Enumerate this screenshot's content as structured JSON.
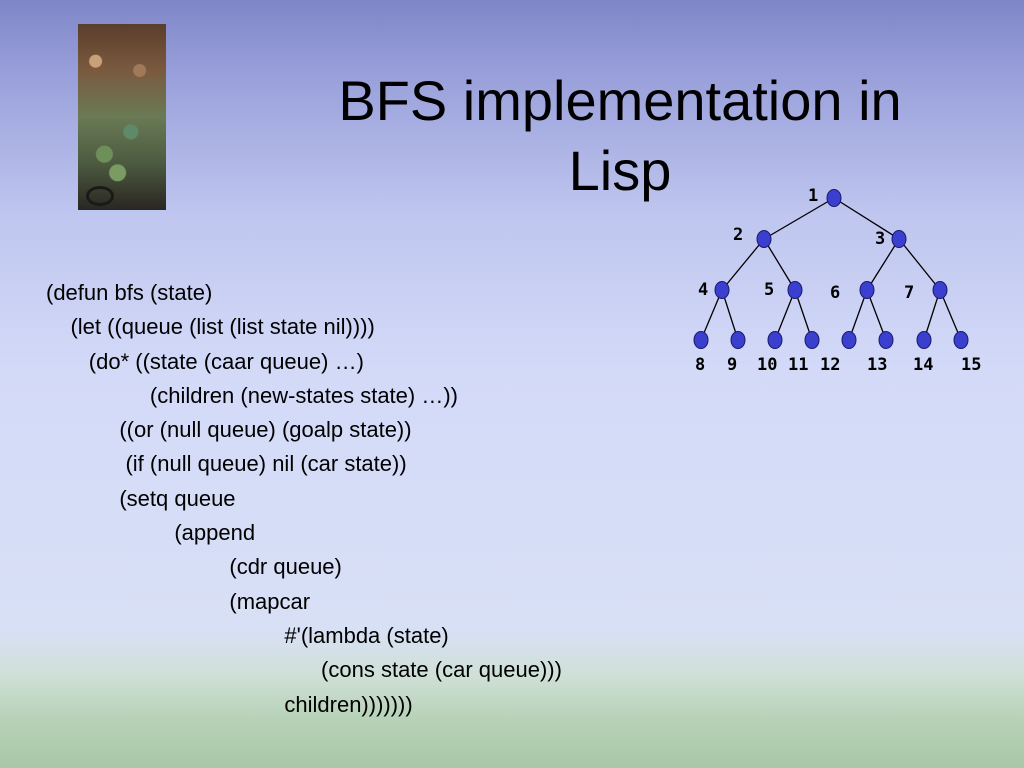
{
  "slide": {
    "title_line1": "BFS implementation in",
    "title_line2": "Lisp",
    "code_lines": [
      "(defun bfs (state)",
      "    (let ((queue (list (list state nil))))",
      "       (do* ((state (caar queue) …)",
      "                 (children (new-states state) …))",
      "            ((or (null queue) (goalp state))",
      "             (if (null queue) nil (car state))",
      "            (setq queue",
      "                     (append",
      "                              (cdr queue)",
      "                              (mapcar",
      "                                       #'(lambda (state)",
      "                                             (cons state (car queue)))",
      "                                       children)))))))"
    ]
  },
  "tree": {
    "node_color": "#3a3fcf",
    "labels": [
      "1",
      "2",
      "3",
      "4",
      "5",
      "6",
      "7",
      "8",
      "9",
      "10",
      "11",
      "12",
      "13",
      "14",
      "15"
    ]
  }
}
